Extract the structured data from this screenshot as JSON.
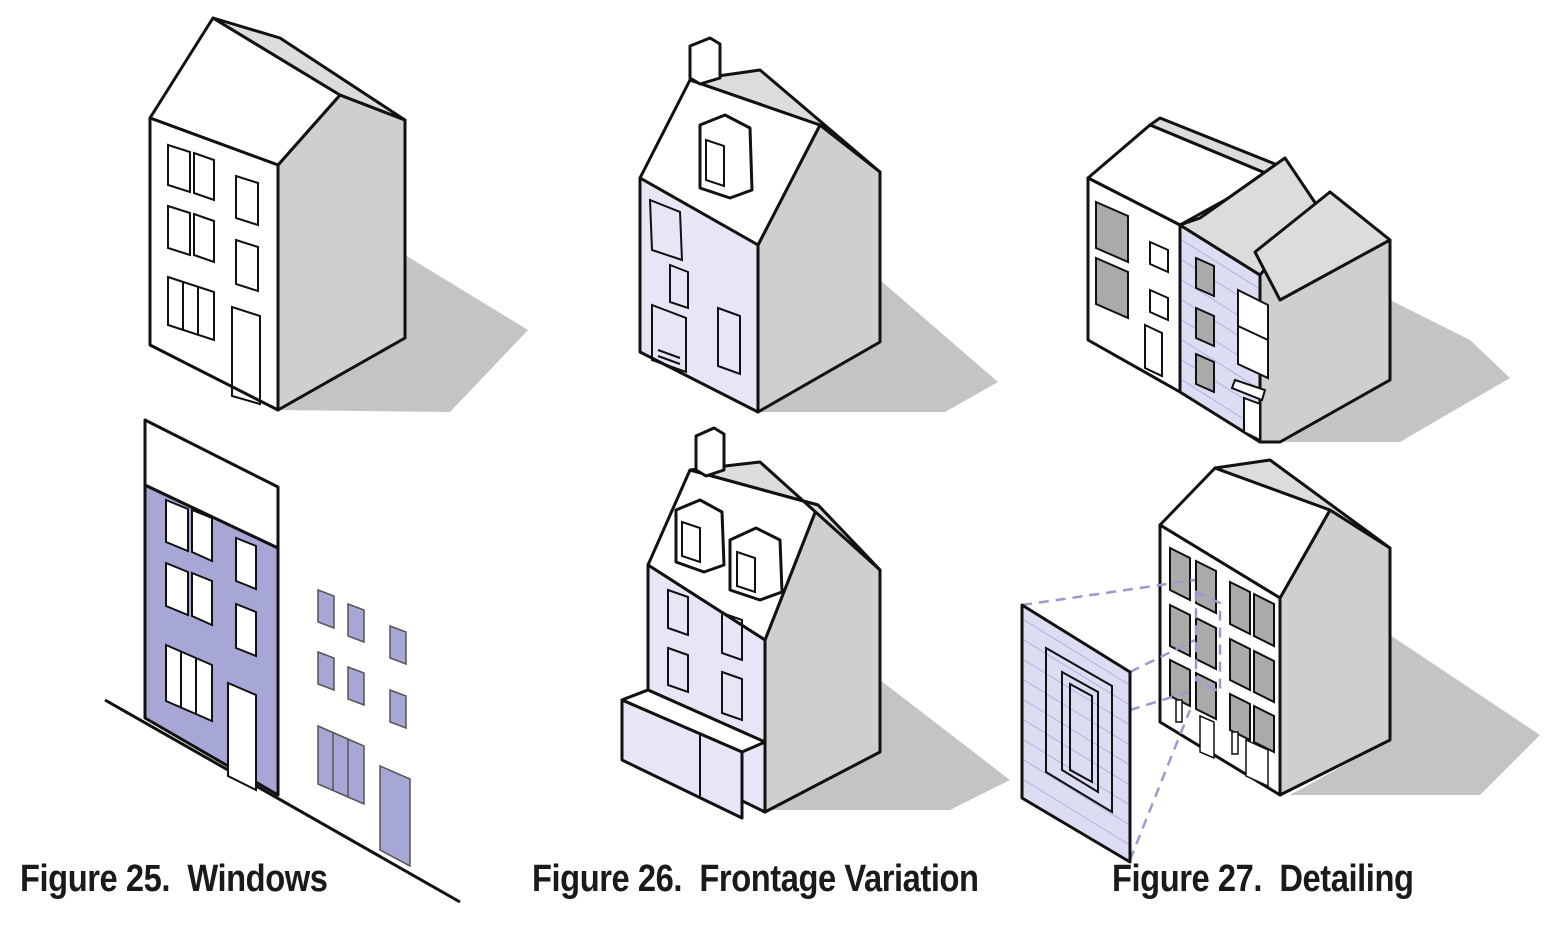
{
  "captions": [
    {
      "number": "Figure 25.",
      "title": "Windows"
    },
    {
      "number": "Figure 26.",
      "title": "Frontage Variation"
    },
    {
      "number": "Figure 27.",
      "title": "Detailing"
    }
  ],
  "colors": {
    "shadow": "#c4c4c4",
    "side_face": "#cfcfcf",
    "roof_side": "#dcdcdc",
    "lavender": "#e6e6f7",
    "periwinkle": "#a7a7d6",
    "dashed": "#9a9ad0",
    "window_glass": "#aaaaaa",
    "outline": "#111111"
  }
}
